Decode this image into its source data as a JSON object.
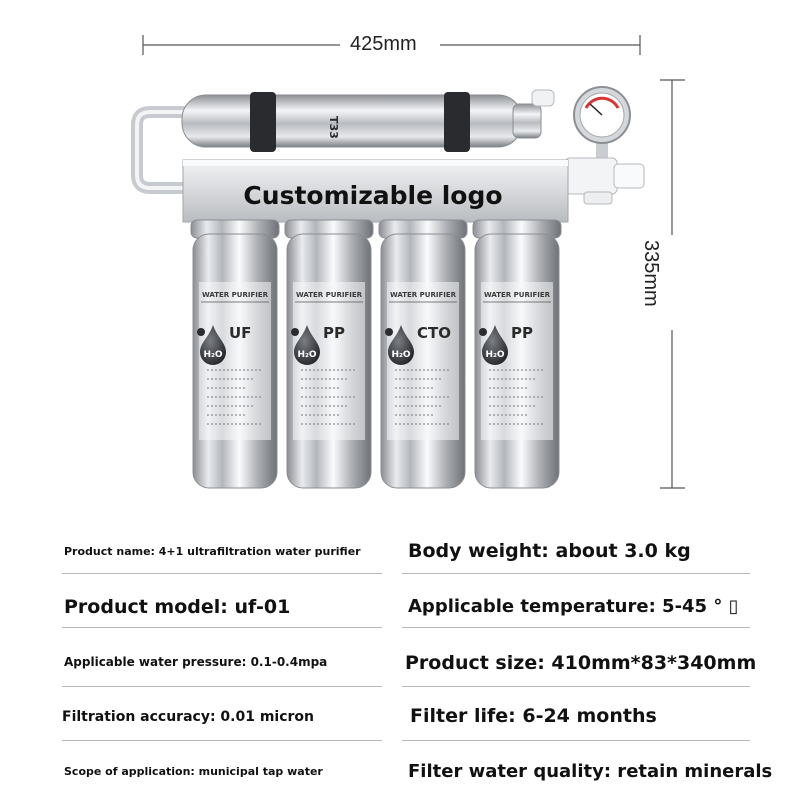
{
  "dimensions": {
    "width": "425mm",
    "height": "335mm"
  },
  "product": {
    "logo_text": "Customizable logo",
    "top_filter_code": "T33",
    "canisters": [
      {
        "caption": "WATER PURIFIER",
        "code": "UF"
      },
      {
        "caption": "WATER PURIFIER",
        "code": "PP"
      },
      {
        "caption": "WATER PURIFIER",
        "code": "CTO"
      },
      {
        "caption": "WATER PURIFIER",
        "code": "PP"
      }
    ],
    "droplet_label": "H₂O"
  },
  "specs": {
    "left": [
      "Product name: 4+1 ultrafiltration water purifier",
      "Product model: uf-01",
      "Applicable water pressure: 0.1-0.4mpa",
      "Filtration accuracy: 0.01 micron",
      "Scope of application: municipal tap water"
    ],
    "right": [
      "Body weight: about 3.0 kg",
      "Applicable temperature: 5-45 ° ▯",
      "Product size: 410mm*83*340mm",
      "Filter life: 6-24 months",
      "Filter water quality: retain minerals"
    ]
  }
}
